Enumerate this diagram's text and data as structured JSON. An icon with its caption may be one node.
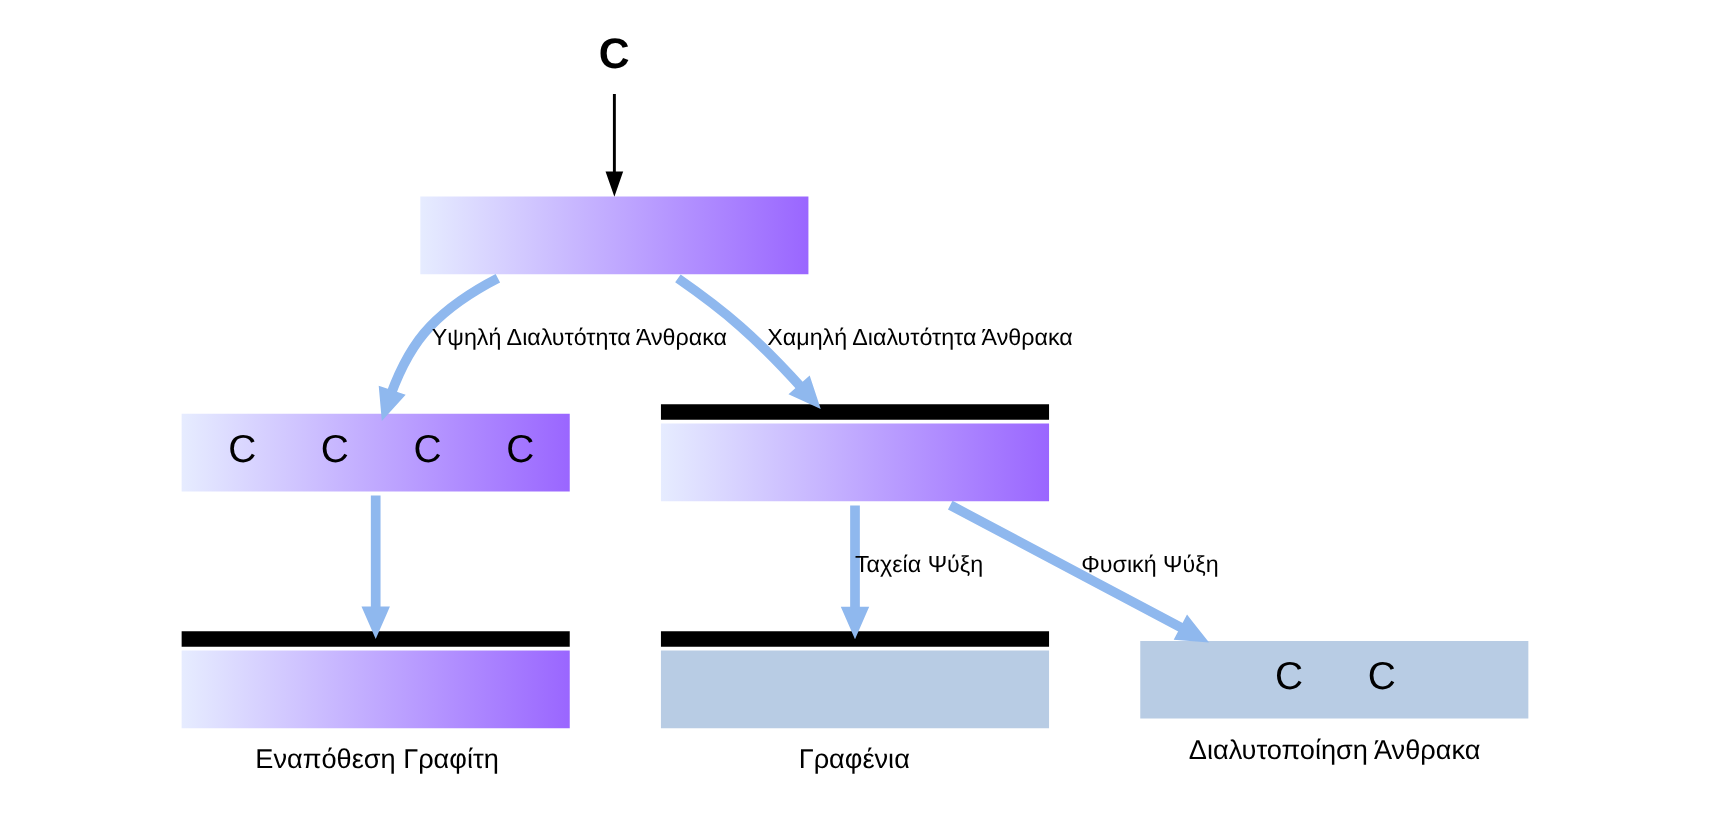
{
  "diagram": {
    "nodes": [
      {
        "text": [
          "C"
        ]
      },
      {
        "text": [],
        "shape": "bar"
      },
      {
        "text": [
          "C",
          "C",
          "C",
          "C"
        ]
      },
      {
        "text": [],
        "shape": "bar"
      },
      {
        "text": [],
        "shape": "bar",
        "beside": [
          "Εναπόθεση Γραφίτη"
        ]
      },
      {
        "text": [],
        "shape": "bar",
        "beside": [
          "Γραφένια"
        ]
      },
      {
        "text": [
          "C",
          "C"
        ],
        "beside": [
          "Διαλυτοποίηση Άνθρακα"
        ]
      }
    ],
    "edges": [
      {
        "from": 0,
        "to": 1,
        "arrow": "to",
        "color": "#000000"
      },
      {
        "from": 1,
        "to": 2,
        "arrow": "to",
        "label": "Υψηλή Διαλυτότητα Άνθρακα"
      },
      {
        "from": 1,
        "to": 3,
        "arrow": "to",
        "label": "Χαμηλή Διαλυτότητα Άνθρακα"
      },
      {
        "from": 2,
        "to": 4,
        "arrow": "to"
      },
      {
        "from": 3,
        "to": 5,
        "arrow": "to",
        "label": "Ταχεία Ψύξη"
      },
      {
        "from": 3,
        "to": 6,
        "arrow": "to",
        "label": "Φυσική Ψύξη"
      }
    ]
  }
}
